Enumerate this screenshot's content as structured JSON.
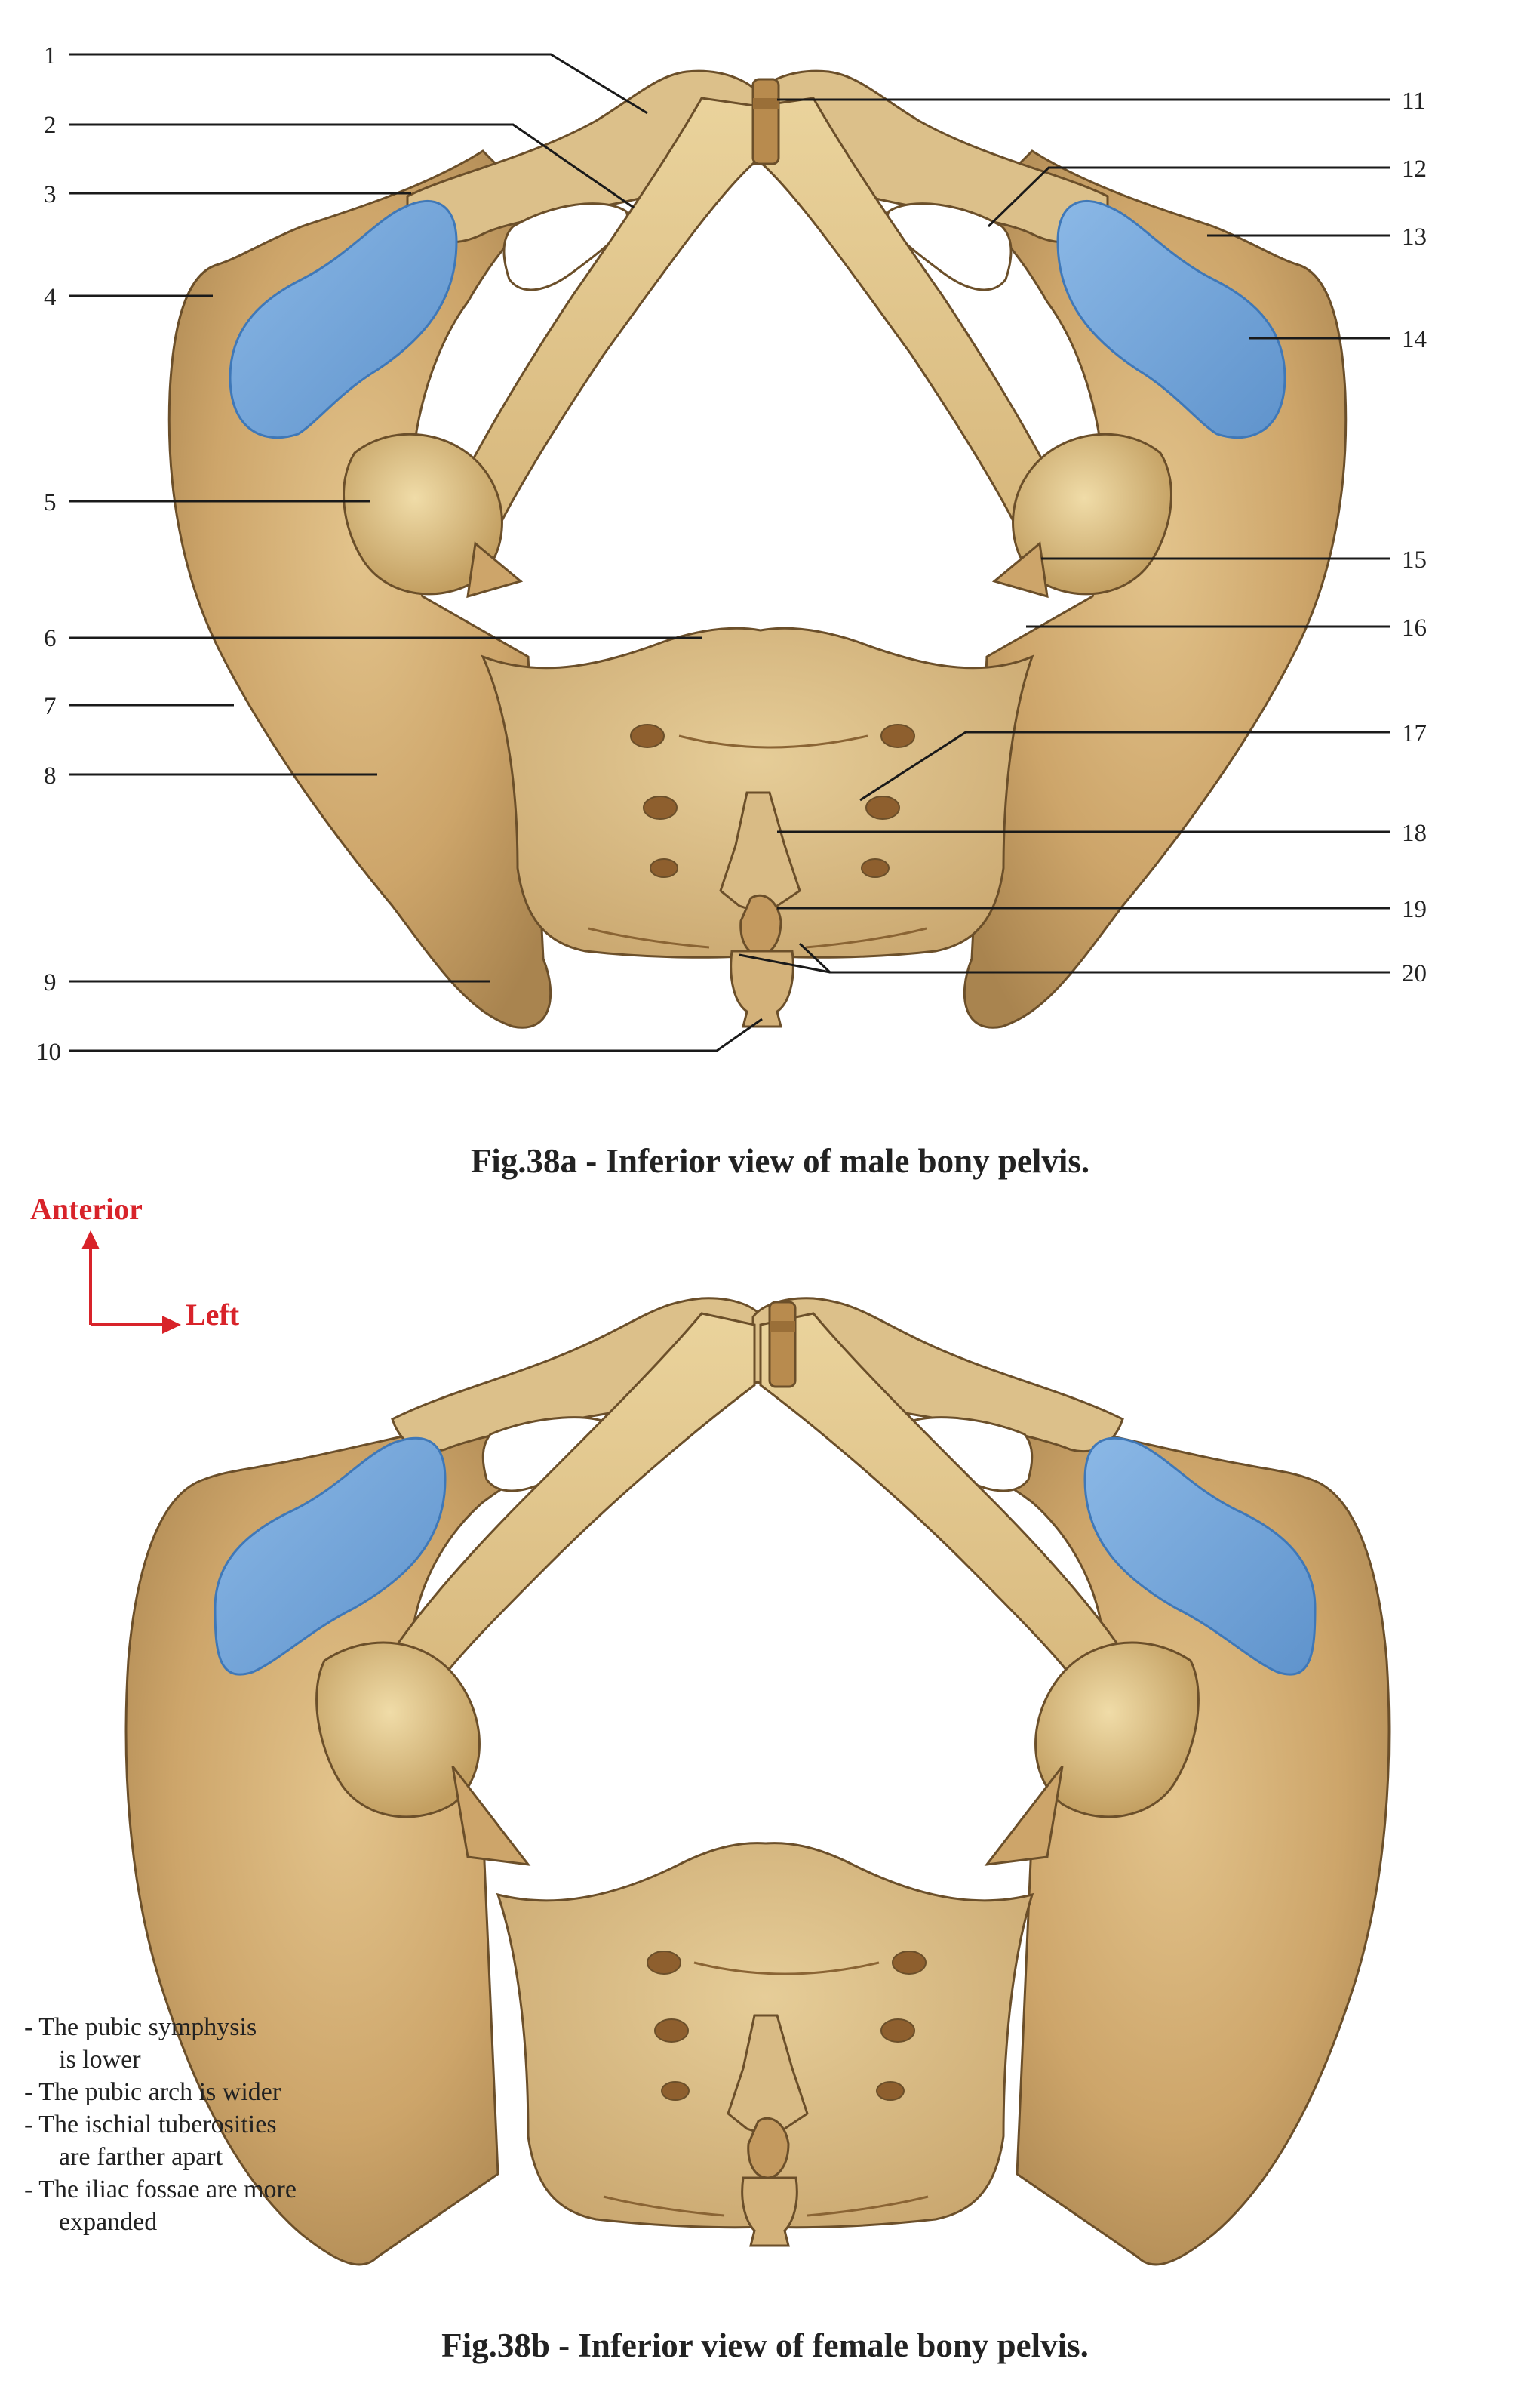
{
  "figure_a": {
    "caption": "Fig.38a  - Inferior view of male bony pelvis.",
    "labels_left": [
      "1",
      "2",
      "3",
      "4",
      "5",
      "6",
      "7",
      "8",
      "9",
      "10"
    ],
    "labels_right": [
      "11",
      "12",
      "13",
      "14",
      "15",
      "16",
      "17",
      "18",
      "19",
      "20"
    ]
  },
  "orientation": {
    "anterior": "Anterior",
    "left": "Left"
  },
  "figure_b": {
    "caption": "Fig.38b - Inferior view of female bony pelvis.",
    "notes": [
      "- The pubic symphysis",
      "is lower",
      "- The pubic arch is wider",
      "- The ischial tuberosities",
      "are farther apart",
      "- The iliac fossae are more",
      "expanded"
    ]
  },
  "colors": {
    "bone": "#c9a46a",
    "bone_light": "#e2c98f",
    "bone_dark": "#a98450",
    "cartilage": "#6fa1d6",
    "outline": "#6b4f2a",
    "orientation": "#d8232a"
  }
}
